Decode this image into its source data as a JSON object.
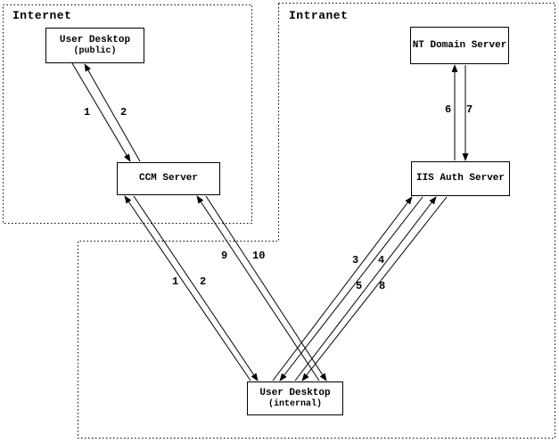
{
  "zones": {
    "internet": {
      "label": "Internet"
    },
    "intranet": {
      "label": "Intranet"
    }
  },
  "nodes": {
    "user_desktop_public": {
      "title": "User Desktop",
      "subtitle": "(public)"
    },
    "ccm_server": {
      "title": "CCM Server"
    },
    "nt_domain_server": {
      "title": "NT Domain Server"
    },
    "iis_auth_server": {
      "title": "IIS Auth Server"
    },
    "user_desktop_internal": {
      "title": "User Desktop",
      "subtitle": "(internal)"
    }
  },
  "flows": {
    "f1_public": {
      "label": "1",
      "from": "user_desktop_public",
      "to": "ccm_server"
    },
    "f2_public": {
      "label": "2",
      "from": "ccm_server",
      "to": "user_desktop_public"
    },
    "f1_internal": {
      "label": "1",
      "from": "user_desktop_internal",
      "to": "ccm_server"
    },
    "f2_internal": {
      "label": "2",
      "from": "ccm_server",
      "to": "user_desktop_internal"
    },
    "f9": {
      "label": "9",
      "from": "user_desktop_internal",
      "to": "ccm_server"
    },
    "f10": {
      "label": "10",
      "from": "ccm_server",
      "to": "user_desktop_internal"
    },
    "f3": {
      "label": "3",
      "from": "user_desktop_internal",
      "to": "iis_auth_server"
    },
    "f4": {
      "label": "4",
      "from": "iis_auth_server",
      "to": "user_desktop_internal"
    },
    "f5": {
      "label": "5",
      "from": "user_desktop_internal",
      "to": "iis_auth_server"
    },
    "f8": {
      "label": "8",
      "from": "iis_auth_server",
      "to": "user_desktop_internal"
    },
    "f6": {
      "label": "6",
      "from": "iis_auth_server",
      "to": "nt_domain_server"
    },
    "f7": {
      "label": "7",
      "from": "nt_domain_server",
      "to": "iis_auth_server"
    }
  },
  "colors": {
    "line": "#000000",
    "background": "#ffffff",
    "text": "#000000"
  }
}
